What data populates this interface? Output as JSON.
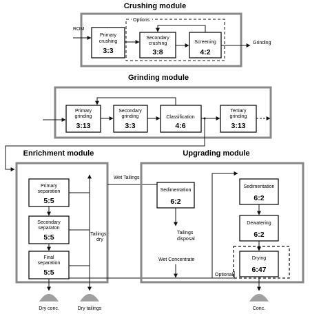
{
  "crushing": {
    "title": "Crushing module",
    "options_label": "Options",
    "input_label": "ROM",
    "output_label": "Grinding",
    "primary": {
      "line1": "Primary",
      "line2": "crushing",
      "value": "3:3"
    },
    "secondary": {
      "line1": "Secondary",
      "line2": "crushing",
      "value": "3:8"
    },
    "screening": {
      "line1": "Screening",
      "value": "4:2"
    }
  },
  "grinding": {
    "title": "Grinding module",
    "primary": {
      "line1": "Primary",
      "line2": "grinding",
      "value": "3:13"
    },
    "secondary": {
      "line1": "Secondary",
      "line2": "grinding",
      "value": "3:3"
    },
    "classification": {
      "line1": "Classification",
      "value": "4:6"
    },
    "tertiary": {
      "line1": "Tertiary",
      "line2": "grinding",
      "value": "3:13"
    }
  },
  "enrichment": {
    "title": "Enrichment module",
    "primary": {
      "line1": "Primary",
      "line2": "separation",
      "value": "5:5"
    },
    "secondary": {
      "line1": "Secondary",
      "line2": "separaton",
      "value": "5:5"
    },
    "final": {
      "line1": "Final",
      "line2": "separation",
      "value": "5:5"
    },
    "tailings_dry_line1": "Tailings",
    "tailings_dry_line2": "dry"
  },
  "upgrading": {
    "title": "Upgrading module",
    "wet_tailings": "Wet Tailings",
    "sedimentation_left": {
      "line1": "Sedimentation",
      "value": "6:2"
    },
    "tailings_disposal_line1": "Tailings",
    "tailings_disposal_line2": "disposal",
    "wet_concentrate": "Wet Concentrate",
    "sedimentation_right": {
      "line1": "Sedimentation",
      "value": "6:2"
    },
    "dewatering": {
      "line1": "Dewatering",
      "value": "6:2"
    },
    "drying": {
      "line1": "Drying",
      "value": "6:47"
    },
    "optional_label": "Optional"
  },
  "outputs": {
    "dry_conc": "Dry conc.",
    "dry_tailings": "Dry tailings",
    "conc": "Conc."
  }
}
